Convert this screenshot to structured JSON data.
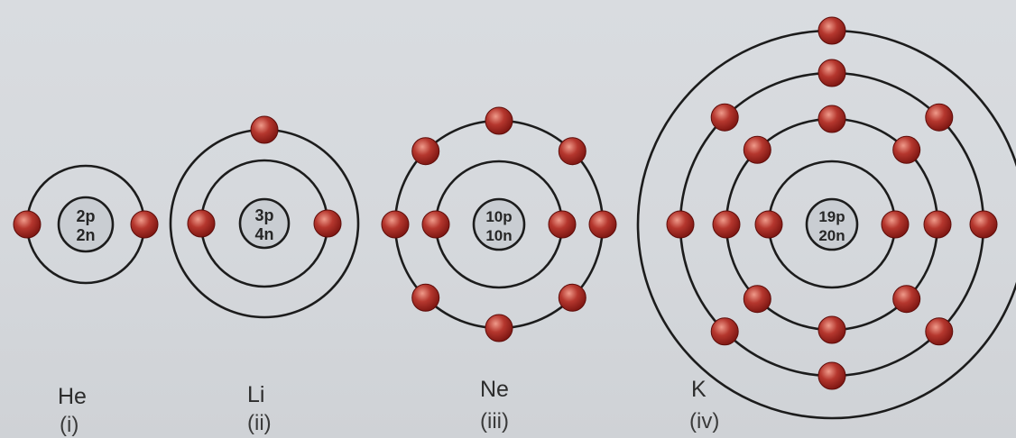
{
  "atoms": [
    {
      "id": "he",
      "symbol": "He",
      "numeral": "(i)",
      "protons": "2p",
      "neutrons": "2n",
      "shells": [
        2
      ]
    },
    {
      "id": "li",
      "symbol": "Li",
      "numeral": "(ii)",
      "protons": "3p",
      "neutrons": "4n",
      "shells": [
        2,
        1
      ]
    },
    {
      "id": "ne",
      "symbol": "Ne",
      "numeral": "(iii)",
      "protons": "10p",
      "neutrons": "10n",
      "shells": [
        2,
        8
      ]
    },
    {
      "id": "k",
      "symbol": "K",
      "numeral": "(iv)",
      "protons": "19p",
      "neutrons": "20n",
      "shells": [
        2,
        8,
        8,
        1
      ]
    }
  ],
  "colors": {
    "orbit": "#1c1c1c",
    "nucleus_fill": "#c9cdd2",
    "electron_dark": "#7a1410",
    "electron_mid": "#b5372e",
    "electron_light": "#ef9a8a"
  }
}
